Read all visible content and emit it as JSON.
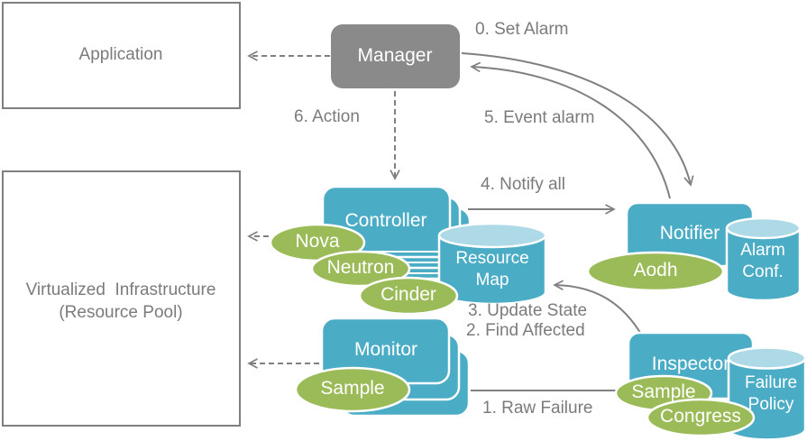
{
  "diagram_title": "fault-management-architecture",
  "boxes": {
    "application": "Application",
    "virtualized_infrastructure": "Virtualized  Infrastructure\n(Resource Pool)",
    "manager": "Manager",
    "controller": "Controller",
    "monitor": "Monitor",
    "notifier": "Notifier",
    "inspector": "Inspector"
  },
  "datastores": {
    "resource_map": "Resource\nMap",
    "alarm_conf": "Alarm\nConf.",
    "failure_policy": "Failure\nPolicy"
  },
  "ellipses": {
    "nova": "Nova",
    "neutron": "Neutron",
    "cinder": "Cinder",
    "monitor_sample": "Sample",
    "aodh": "Aodh",
    "inspector_sample": "Sample",
    "congress": "Congress"
  },
  "flow_labels": {
    "step0": "0. Set Alarm",
    "step1": "1. Raw Failure",
    "step2": "2. Find Affected",
    "step3": "3. Update State",
    "step4": "4. Notify all",
    "step5": "5. Event alarm",
    "step6": "6. Action"
  },
  "colors": {
    "component_blue": "#4BACC6",
    "cylinder_top_blue": "#AED9E6",
    "service_green": "#9BBB59",
    "manager_gray": "#8A8A8A",
    "line_gray": "#808080",
    "text_gray": "#7B7B7B"
  }
}
